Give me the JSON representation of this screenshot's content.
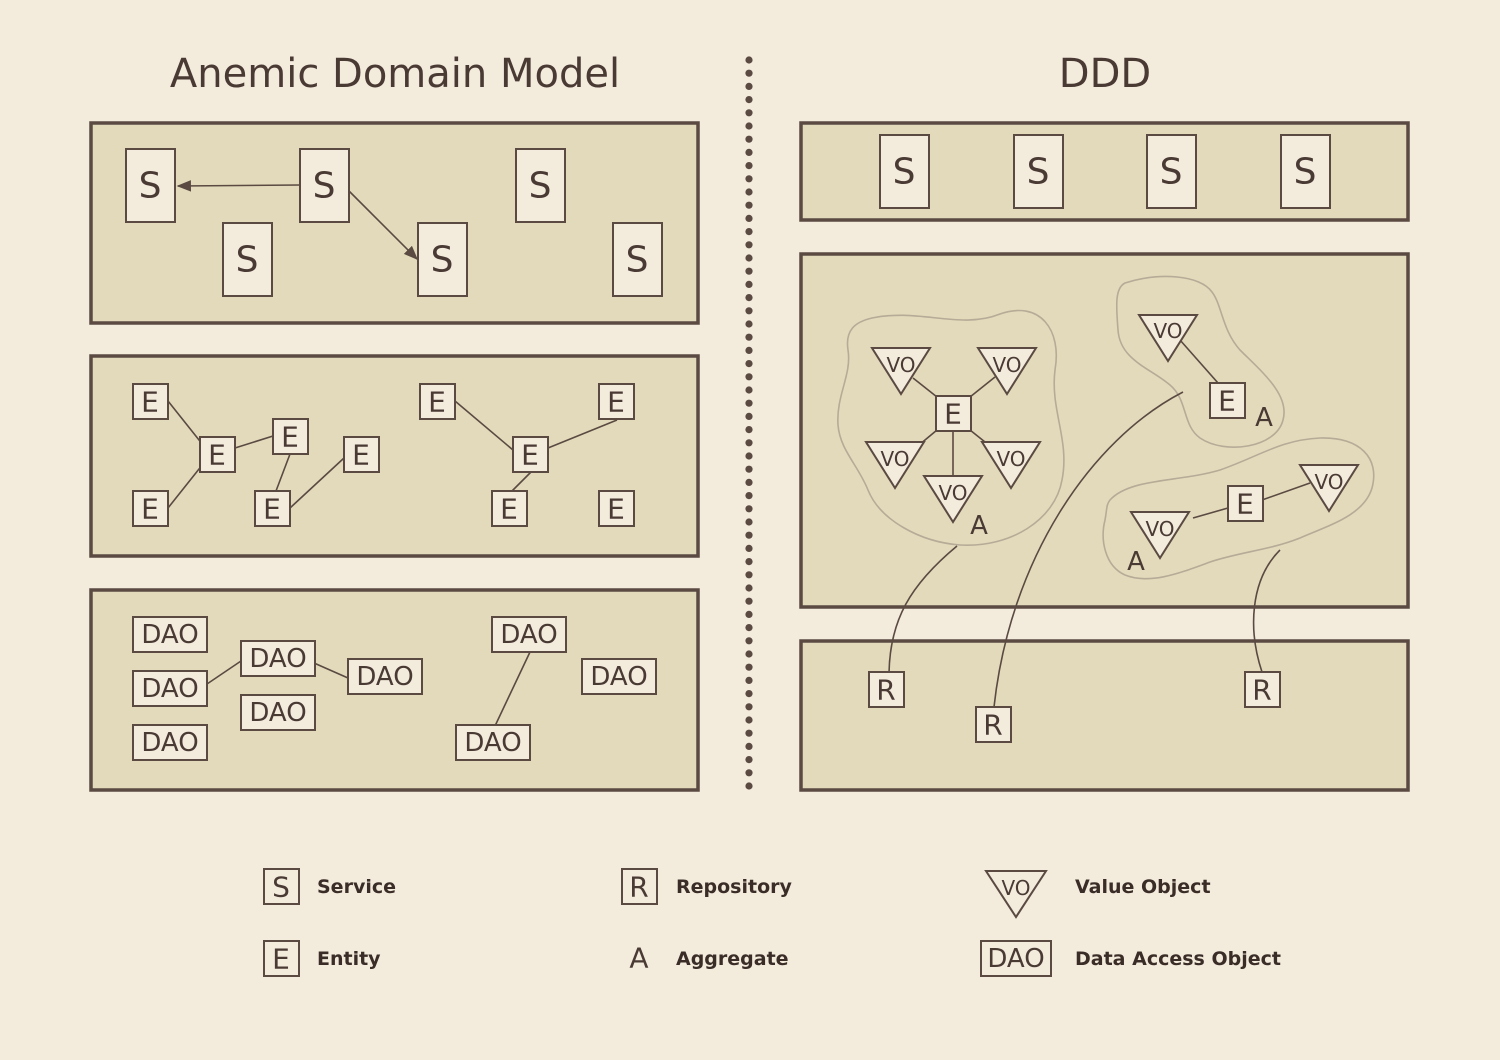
{
  "titles": {
    "left": "Anemic Domain Model",
    "right": "DDD"
  },
  "node_labels": {
    "service": "S",
    "entity": "E",
    "dao": "DAO",
    "value_object": "VO",
    "repository": "R",
    "aggregate": "A"
  },
  "legend": [
    {
      "symbol": "S",
      "label": "Service"
    },
    {
      "symbol": "R",
      "label": "Repository"
    },
    {
      "symbol": "VO",
      "label": "Value Object"
    },
    {
      "symbol": "E",
      "label": "Entity"
    },
    {
      "symbol": "A",
      "label": "Aggregate"
    },
    {
      "symbol": "DAO",
      "label": "Data Access Object"
    }
  ],
  "colors": {
    "background": "#f3ebdc",
    "panel_fill": "#e3dabb",
    "stroke": "#5a4a42",
    "aggregate_outline": "#b6ab97"
  }
}
